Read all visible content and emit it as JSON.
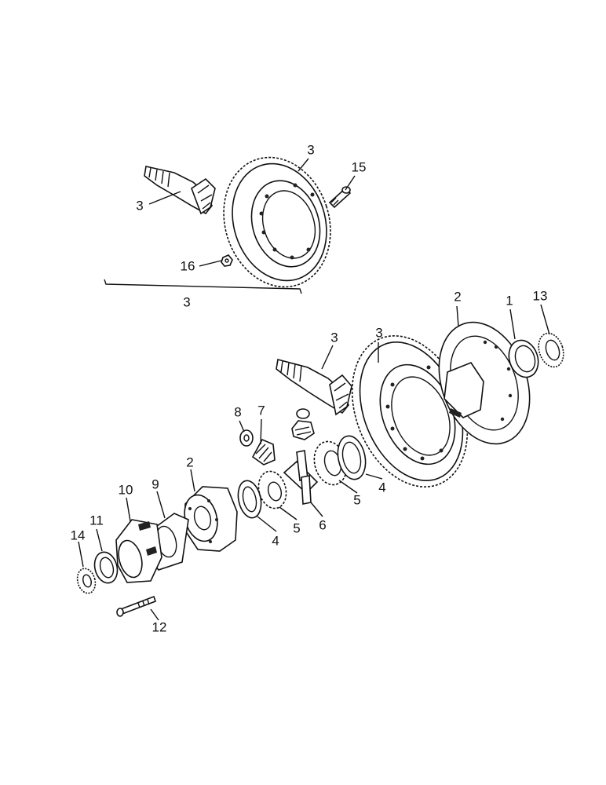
{
  "diagram": {
    "callouts": [
      {
        "id": "c-3-ring-top",
        "text": "3"
      },
      {
        "id": "c-15",
        "text": "15"
      },
      {
        "id": "c-3-pinion-top",
        "text": "3"
      },
      {
        "id": "c-16",
        "text": "16"
      },
      {
        "id": "c-3-group",
        "text": "3"
      },
      {
        "id": "c-2-right",
        "text": "2"
      },
      {
        "id": "c-1",
        "text": "1"
      },
      {
        "id": "c-13",
        "text": "13"
      },
      {
        "id": "c-3-pinion-mid",
        "text": "3"
      },
      {
        "id": "c-3-ring-mid",
        "text": "3"
      },
      {
        "id": "c-8",
        "text": "8"
      },
      {
        "id": "c-7",
        "text": "7"
      },
      {
        "id": "c-2-left",
        "text": "2"
      },
      {
        "id": "c-10",
        "text": "10"
      },
      {
        "id": "c-9",
        "text": "9"
      },
      {
        "id": "c-4-right",
        "text": "4"
      },
      {
        "id": "c-5-right",
        "text": "5"
      },
      {
        "id": "c-6",
        "text": "6"
      },
      {
        "id": "c-5-mid",
        "text": "5"
      },
      {
        "id": "c-4-left",
        "text": "4"
      },
      {
        "id": "c-14",
        "text": "14"
      },
      {
        "id": "c-11",
        "text": "11"
      },
      {
        "id": "c-12",
        "text": "12"
      }
    ]
  }
}
